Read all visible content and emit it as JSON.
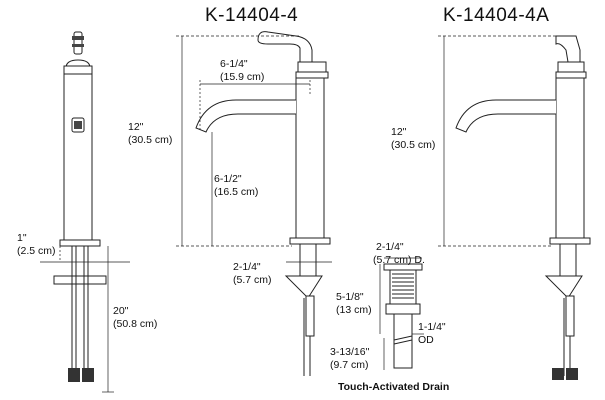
{
  "titles": {
    "left_model": "K-14404-4",
    "right_model": "K-14404-4A"
  },
  "side_view": {
    "deck_height": "1\"",
    "deck_height_metric": "(2.5 cm)",
    "supply_length": "20\"",
    "supply_length_metric": "(50.8 cm)"
  },
  "front_view_4": {
    "overall_height": "12\"",
    "overall_height_metric": "(30.5 cm)",
    "spout_reach": "6-1/4\"",
    "spout_reach_metric": "(15.9 cm)",
    "spout_height": "6-1/2\"",
    "spout_height_metric": "(16.5 cm)",
    "base_diameter": "2-1/4\"",
    "base_diameter_metric": "(5.7 cm)"
  },
  "front_view_4a": {
    "overall_height": "12\"",
    "overall_height_metric": "(30.5 cm)"
  },
  "drain": {
    "flange_diameter": "2-1/4\"",
    "flange_diameter_metric": "(5.7 cm) D.",
    "body_length": "5-1/8\"",
    "body_length_metric": "(13 cm)",
    "outlet_diameter": "1-1/4\"",
    "outlet_diameter_metric": "OD",
    "tail_length": "3-13/16\"",
    "tail_length_metric": "(9.7 cm)",
    "caption": "Touch-Activated Drain"
  }
}
